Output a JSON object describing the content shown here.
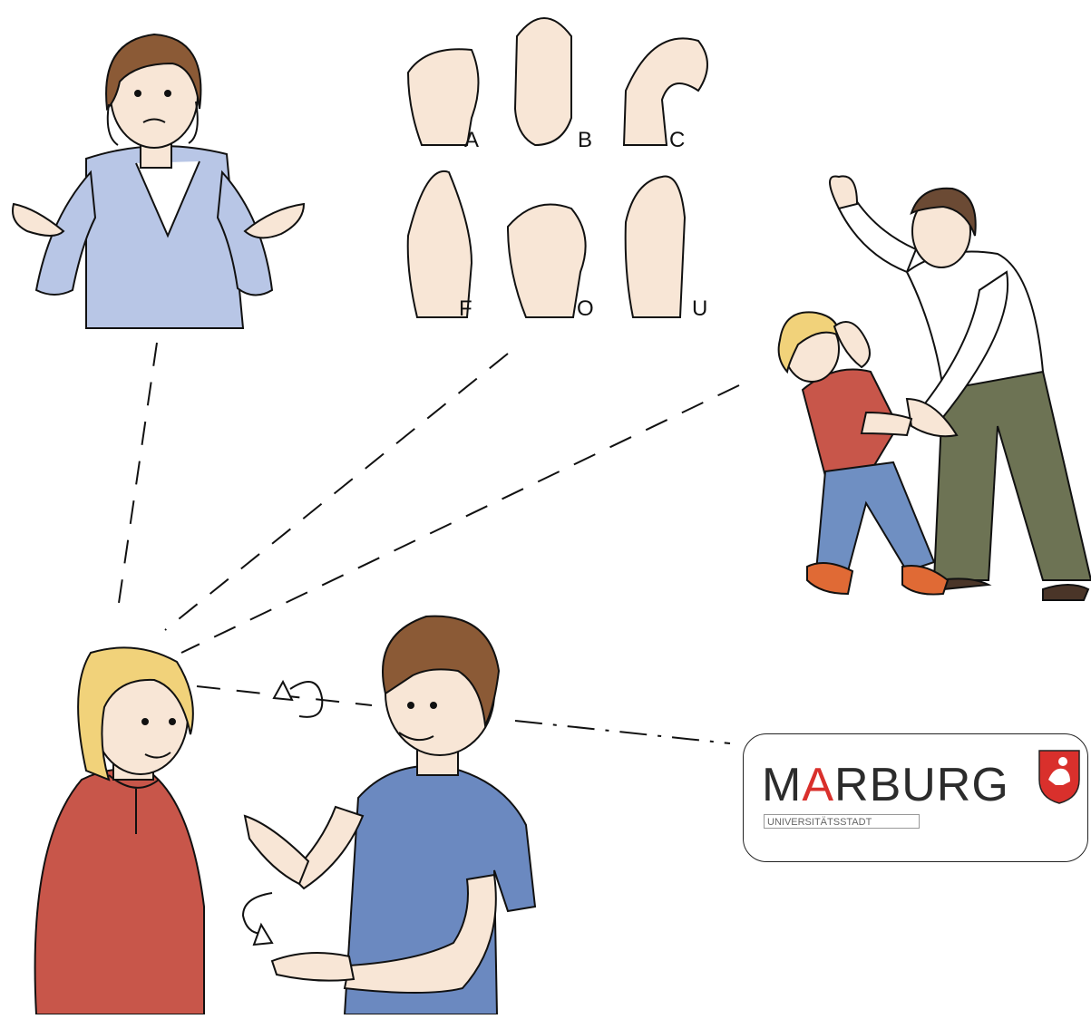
{
  "scene": {
    "icons": [
      "confused-person-icon",
      "fingerspelling-hands-icon",
      "aggressive-adult-icon",
      "sign-language-conversation-icon",
      "marburg-logo-icon"
    ],
    "colors": {
      "line": "#111111",
      "confused_shirt": "#b8c6e6",
      "woman_top": "#c8564a",
      "woman_hair": "#f1d27a",
      "man_shirt": "#6b89c0",
      "boy_shirt": "#c8564a",
      "boy_pants": "#6f8fc2",
      "adult_pants": "#6d7354",
      "skin": "#f8e6d6",
      "brown_hair": "#8b5a36",
      "logo_accent": "#d9302c"
    }
  },
  "fingerspelling": {
    "letters": [
      "A",
      "B",
      "C",
      "F",
      "O",
      "U"
    ]
  },
  "logo": {
    "word_part_1": "M",
    "word_accent": "A",
    "word_part_2": "RBURG",
    "subtitle": "UNIVERSITÄTSSTADT"
  }
}
